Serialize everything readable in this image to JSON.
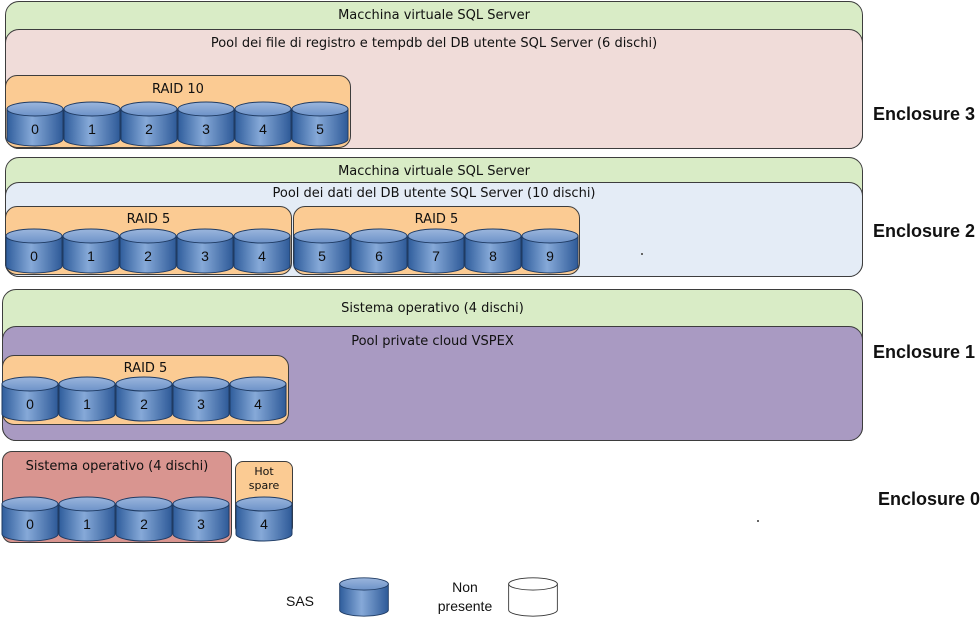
{
  "enclosure3": {
    "label": "Enclosure 3",
    "vm_label": "Macchina virtuale SQL Server",
    "pool_label": "Pool dei file di registro e tempdb del DB utente SQL Server (6 dischi)",
    "raid_label": "RAID 10",
    "disks": [
      "0",
      "1",
      "2",
      "3",
      "4",
      "5"
    ]
  },
  "enclosure2": {
    "label": "Enclosure 2",
    "vm_label": "Macchina virtuale SQL Server",
    "pool_label": "Pool dei dati del DB utente SQL Server (10 dischi)",
    "raid_a_label": "RAID 5",
    "raid_b_label": "RAID 5",
    "disks_a": [
      "0",
      "1",
      "2",
      "3",
      "4"
    ],
    "disks_b": [
      "5",
      "6",
      "7",
      "8",
      "9"
    ]
  },
  "enclosure1": {
    "label": "Enclosure 1",
    "os_label": "Sistema operativo (4 dischi)",
    "pool_label": "Pool private cloud VSPEX",
    "raid_label": "RAID 5",
    "disks": [
      "0",
      "1",
      "2",
      "3",
      "4"
    ]
  },
  "enclosure0": {
    "label": "Enclosure 0",
    "os_label": "Sistema operativo (4 dischi)",
    "hot_spare_label_1": "Hot",
    "hot_spare_label_2": "spare",
    "disks": [
      "0",
      "1",
      "2",
      "3"
    ],
    "hot_spare_disk": "4"
  },
  "legend": {
    "sas_label": "SAS",
    "absent_label_1": "Non",
    "absent_label_2": "presente"
  },
  "colors": {
    "vm": "#d9ecc6",
    "pool_log": "#f0dcd9",
    "pool_data": "#e4ecf6",
    "pool_private": "#a99ac2",
    "raid": "#fbcb93",
    "os_enclosure0": "#d99590",
    "sas_disk": "#4f81bd",
    "absent_disk": "#ffffff"
  }
}
